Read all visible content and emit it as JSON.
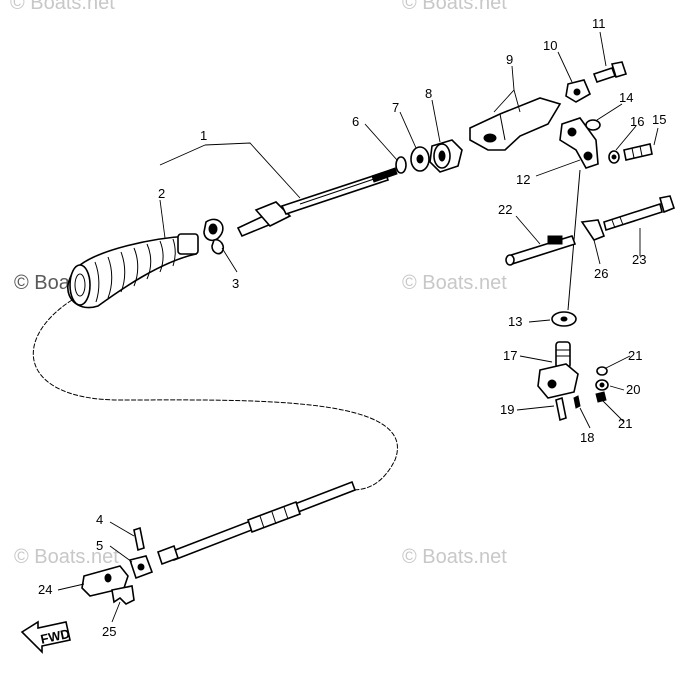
{
  "watermark": "© Boats.net",
  "callouts": {
    "c1": "1",
    "c2": "2",
    "c3": "3",
    "c4": "4",
    "c5": "5",
    "c6": "6",
    "c7": "7",
    "c8": "8",
    "c9": "9",
    "c10": "10",
    "c11": "11",
    "c12": "12",
    "c13": "13",
    "c14": "14",
    "c15": "15",
    "c16": "16",
    "c17": "17",
    "c18": "18",
    "c19": "19",
    "c20": "20",
    "c21a": "21",
    "c21b": "21",
    "c22": "22",
    "c23": "23",
    "c24": "24",
    "c25": "25",
    "c26": "26"
  },
  "direction_badge": "FWD"
}
